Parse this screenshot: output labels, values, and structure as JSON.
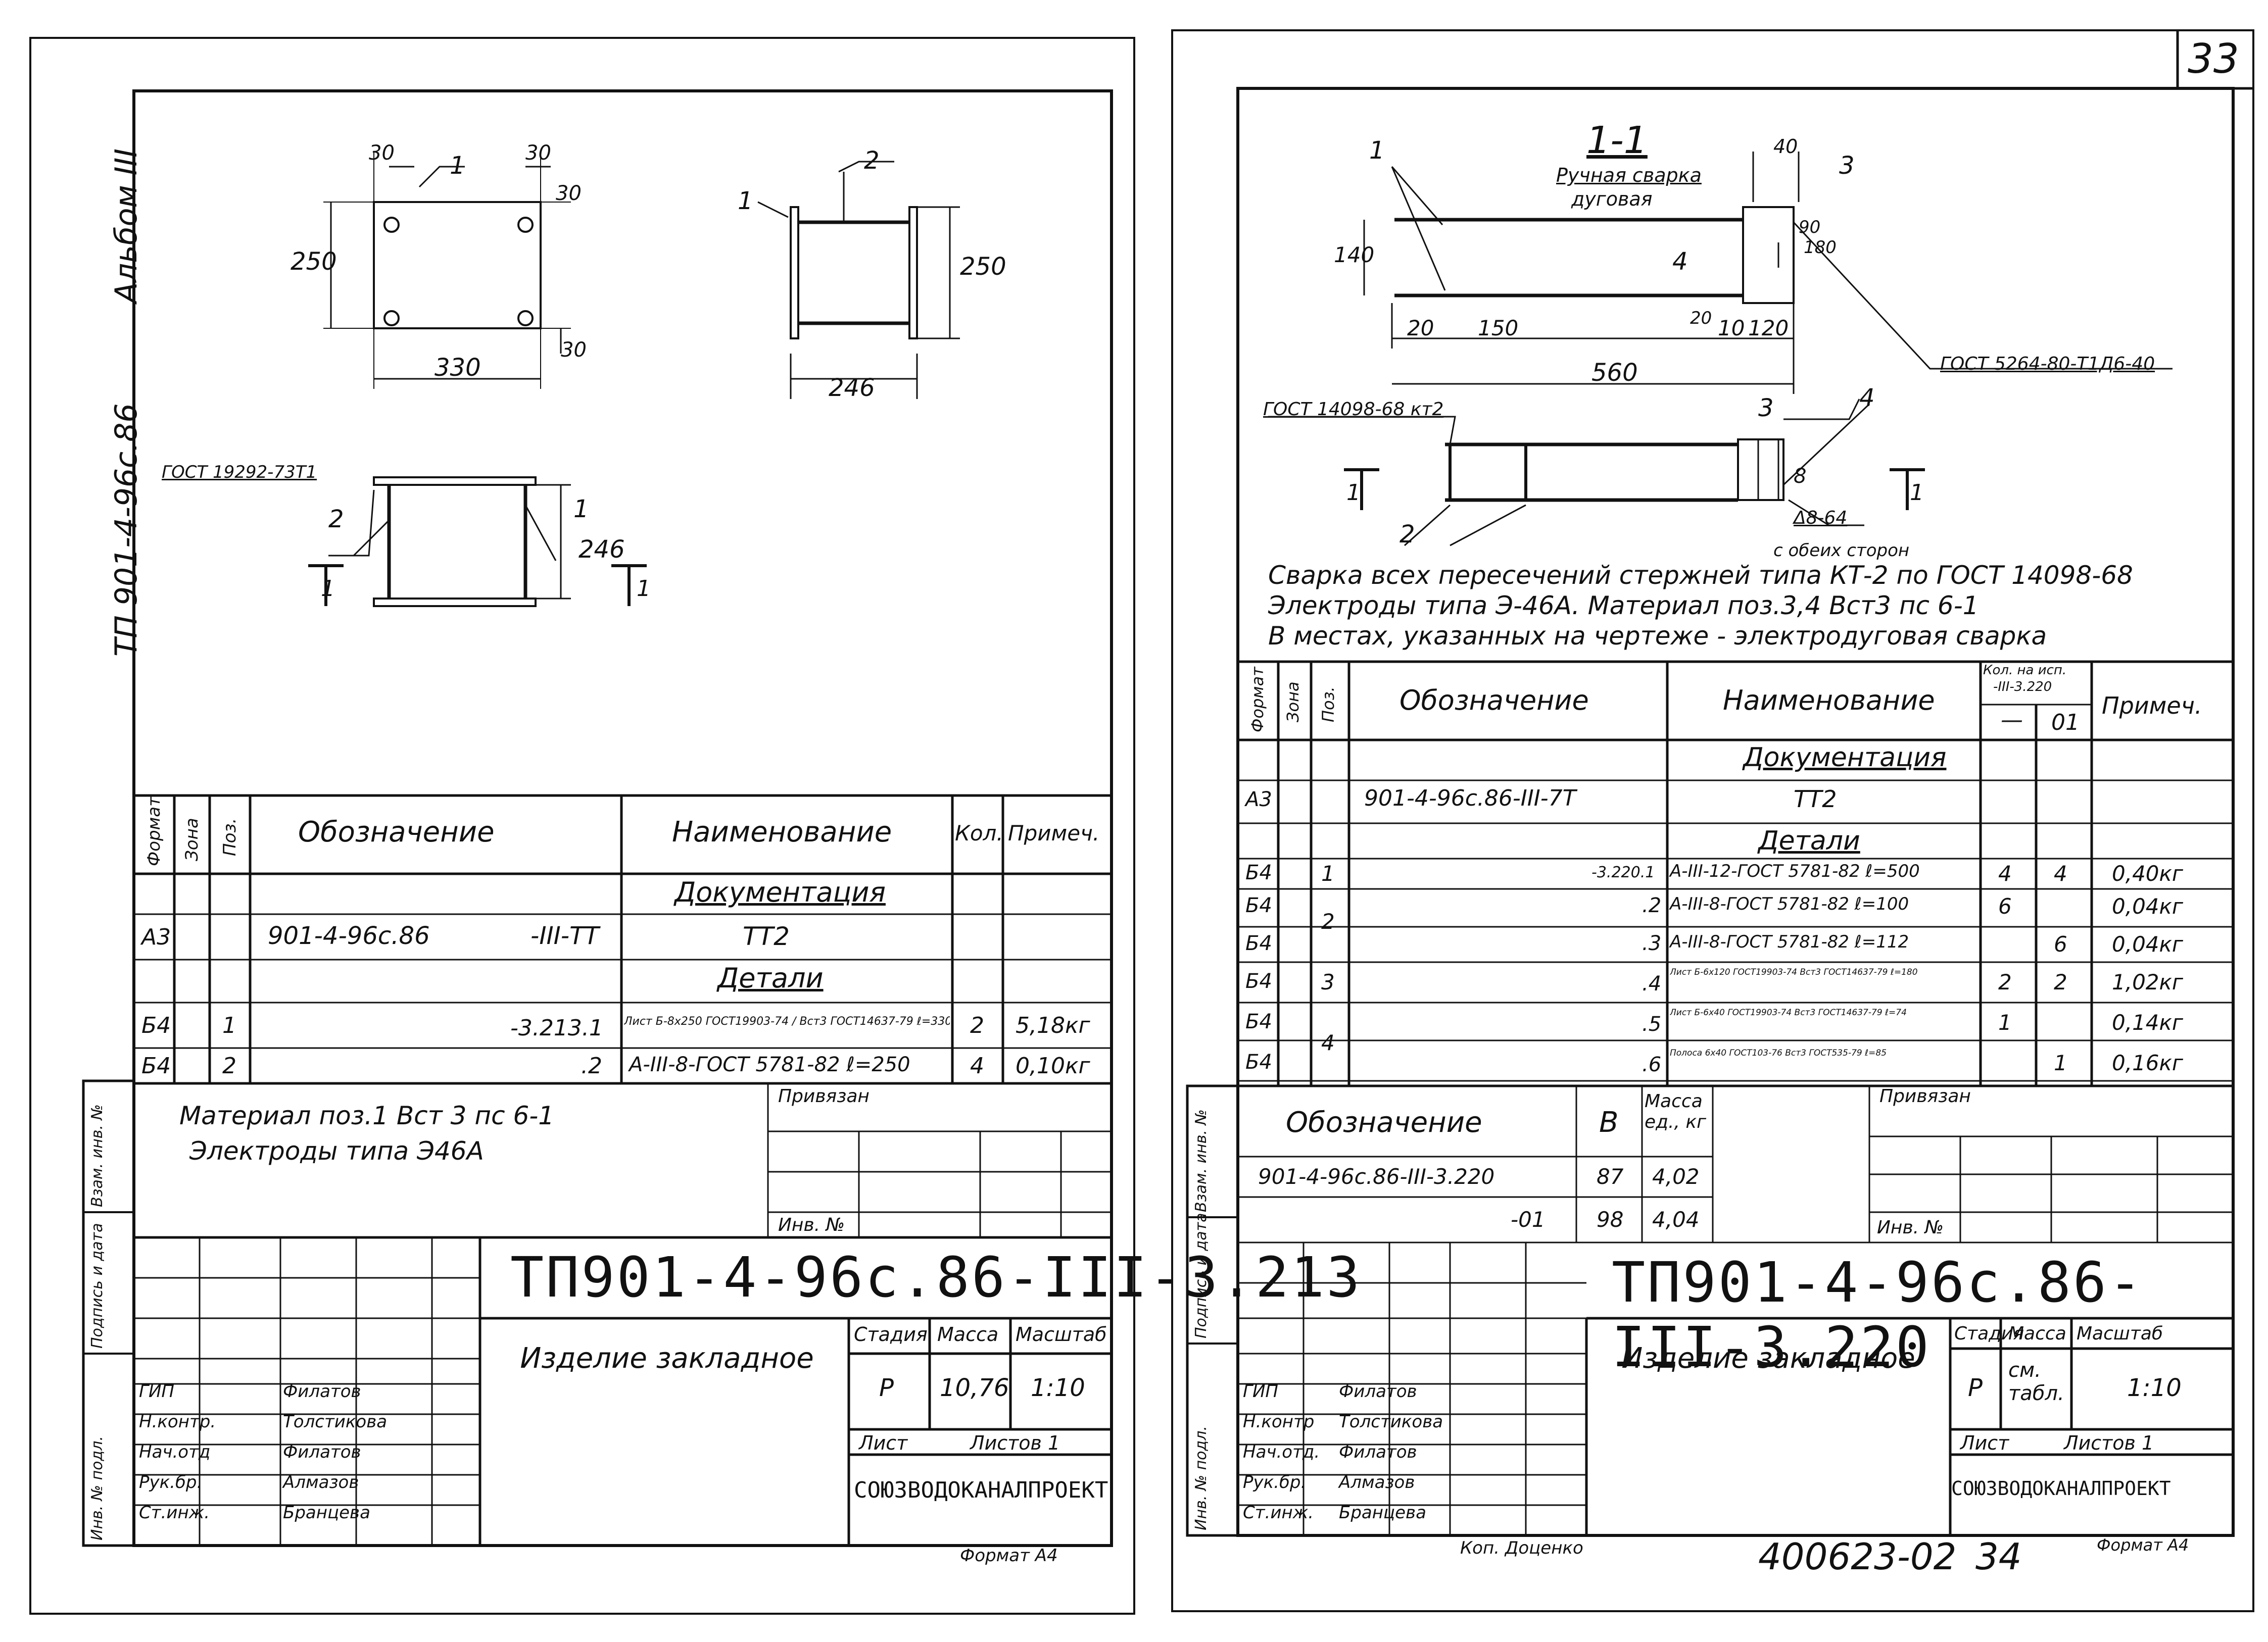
{
  "page_number": "33",
  "bottom_number": "400623-02",
  "bottom_page": "34",
  "album_label": "Альбом III",
  "series_label": "ТП 901-4-96с.86",
  "left_sheet": {
    "dims": {
      "d30a": "30",
      "d30b": "30",
      "d30c": "30",
      "d30d": "30",
      "d250a": "250",
      "d330": "330",
      "d250b": "250",
      "d246a": "246",
      "d246b": "246",
      "pos1a": "1",
      "pos1b": "1",
      "pos1c": "1",
      "pos2a": "2",
      "pos2b": "2",
      "section1": "1",
      "section2": "1"
    },
    "gost_weld": "ГОСТ 19292-73Т1",
    "table": {
      "headers": [
        "Формат",
        "Зона",
        "Поз.",
        "Обозначение",
        "Наименование",
        "Кол.",
        "Примеч."
      ],
      "section_doc": "Документация",
      "section_parts": "Детали",
      "rows": [
        {
          "format": "А3",
          "zone": "",
          "pos": "",
          "code": "901-4-96с.86",
          "code2": "-III-ТТ",
          "name": "ТТ2",
          "qty": "",
          "note": ""
        },
        {
          "format": "Б4",
          "zone": "",
          "pos": "1",
          "code": "",
          "code2": "-3.213.1",
          "name": "Лист Б-8х250 ГОСТ19903-74 / Вст3 ГОСТ14637-79 ℓ=330",
          "qty": "2",
          "note": "5,18кг"
        },
        {
          "format": "Б4",
          "zone": "",
          "pos": "2",
          "code": "",
          "code2": ".2",
          "name": "А-III-8-ГОСТ 5781-82 ℓ=250",
          "qty": "4",
          "note": "0,10кг"
        }
      ]
    },
    "notes": [
      "Материал поз.1 Вст 3 пс 6-1",
      "Электроды типа Э46А"
    ],
    "privyazan": "Привязан",
    "inv_no": "Инв. №",
    "side_labels": [
      "Взам. инв. №",
      "Подпись и дата",
      "Инв. № подл."
    ],
    "doc_code": "ТП901-4-96с.86-III-3.213",
    "item_name": "Изделие закладное",
    "stage_hdr": "Стадия",
    "mass_hdr": "Масса",
    "scale_hdr": "Масштаб",
    "stage": "Р",
    "mass": "10,76",
    "scale": "1:10",
    "sheet_lbl": "Лист",
    "sheets_lbl": "Листов 1",
    "org": "СОЮЗВОДОКАНАЛПРОЕКТ",
    "signers": [
      {
        "role": "ГИП",
        "name": "Филатов"
      },
      {
        "role": "Н.контр.",
        "name": "Толстикова"
      },
      {
        "role": "Нач.отд",
        "name": "Филатов"
      },
      {
        "role": "Рук.бр.",
        "name": "Алмазов"
      },
      {
        "role": "Ст.инж.",
        "name": "Бранцева"
      }
    ],
    "format": "Формат А4"
  },
  "right_sheet": {
    "section_title": "1-1",
    "weld_note_1": "Ручная сварка",
    "weld_note_2": "дуговая",
    "dims": {
      "d40": "40",
      "d90": "90",
      "d180": "180",
      "d140": "140",
      "d20a": "20",
      "d150": "150",
      "d20b": "20",
      "d10": "10",
      "d120": "120",
      "d560": "560",
      "p1": "1",
      "p2": "2",
      "p3a": "3",
      "p3b": "3",
      "p4a": "4",
      "p4b": "4",
      "s1a": "1",
      "s1b": "1",
      "p8": "8"
    },
    "gost_a": "ГОСТ 5264-80-Т1Д6-40",
    "gost_b": "ГОСТ 14098-68 кт2",
    "weld_c": "Δ8-64",
    "both_sides": "с обеих сторон",
    "notes": [
      "Сварка всех пересечений стержней типа КТ-2 по ГОСТ 14098-68",
      "Электроды типа Э-46А. Материал поз.3,4 Вст3 пс 6-1",
      "В местах, указанных на чертеже - электродуговая сварка"
    ],
    "table": {
      "headers": [
        "Формат",
        "Зона",
        "Поз.",
        "Обозначение",
        "Наименование",
        "Кол. на исп.",
        "Примеч."
      ],
      "qty_sub": "-III-3.220",
      "col_dash": "—",
      "col_01": "01",
      "section_doc": "Документация",
      "section_parts": "Детали",
      "rows": [
        {
          "format": "А3",
          "pos": "",
          "code": "901-4-96с.86-III-7Т",
          "name": "ТТ2",
          "q1": "",
          "q2": "",
          "note": ""
        },
        {
          "format": "Б4",
          "pos": "1",
          "code": "-3.220.1",
          "name": "А-III-12-ГОСТ 5781-82 ℓ=500",
          "q1": "4",
          "q2": "4",
          "note": "0,40кг"
        },
        {
          "format": "Б4",
          "pos": "2",
          "code": ".2",
          "name": "А-III-8-ГОСТ 5781-82 ℓ=100",
          "q1": "6",
          "q2": "",
          "note": "0,04кг"
        },
        {
          "format": "Б4",
          "pos": "",
          "code": ".3",
          "name": "А-III-8-ГОСТ 5781-82 ℓ=112",
          "q1": "",
          "q2": "6",
          "note": "0,04кг"
        },
        {
          "format": "Б4",
          "pos": "3",
          "code": ".4",
          "name": "Лист Б-6х120 ГОСТ19903-74 Вст3 ГОСТ14637-79 ℓ=180",
          "q1": "2",
          "q2": "2",
          "note": "1,02кг"
        },
        {
          "format": "Б4",
          "pos": "4",
          "code": ".5",
          "name": "Лист Б-6х40 ГОСТ19903-74 Вст3 ГОСТ14637-79 ℓ=74",
          "q1": "1",
          "q2": "",
          "note": "0,14кг"
        },
        {
          "format": "Б4",
          "pos": "",
          "code": ".6",
          "name": "Полоса 6х40 ГОСТ103-76 Вст3 ГОСТ535-79 ℓ=85",
          "q1": "",
          "q2": "1",
          "note": "0,16кг"
        }
      ]
    },
    "exec_hdr": {
      "code": "Обозначение",
      "b": "В",
      "mass": "Масса ед., кг"
    },
    "exec_rows": [
      {
        "code": "901-4-96с.86-III-3.220",
        "b": "87",
        "mass": "4,02"
      },
      {
        "code": "-01",
        "b": "98",
        "mass": "4,04"
      }
    ],
    "privyazan": "Привязан",
    "inv_no": "Инв. №",
    "side_labels": [
      "Взам. инв. №",
      "Подпись и дата",
      "Инв. № подл."
    ],
    "doc_code": "ТП901-4-96с.86-III-3.220",
    "item_name": "Изделие закладное",
    "stage_hdr": "Стадия",
    "mass_hdr": "Масса",
    "scale_hdr": "Масштаб",
    "stage": "Р",
    "mass": "см. табл.",
    "scale": "1:10",
    "sheet_lbl": "Лист",
    "sheets_lbl": "Листов 1",
    "org": "СОЮЗВОДОКАНАЛПРОЕКТ",
    "signers": [
      {
        "role": "ГИП",
        "name": "Филатов"
      },
      {
        "role": "Н.контр",
        "name": "Толстикова"
      },
      {
        "role": "Нач.отд.",
        "name": "Филатов"
      },
      {
        "role": "Рук.бр.",
        "name": "Алмазов"
      },
      {
        "role": "Ст.инж.",
        "name": "Бранцева"
      }
    ],
    "copied": "Коп. Доценко",
    "format": "Формат А4"
  }
}
